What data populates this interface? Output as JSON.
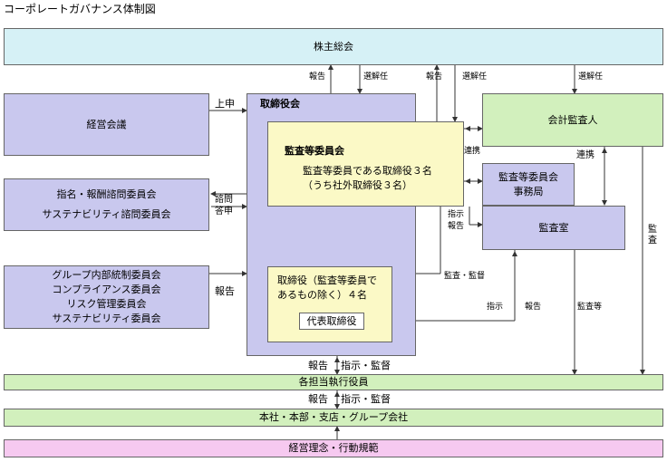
{
  "title": "コーポレートガバナンス体制図",
  "boxes": {
    "shareholders": "株主総会",
    "management_council": "経営会議",
    "advisory_1": "指名・報酬諮問委員会",
    "advisory_2": "サステナビリティ諮問委員会",
    "committees": [
      "グループ内部統制委員会",
      "コンプライアンス委員会",
      "リスク管理委員会",
      "サステナビリティ委員会"
    ],
    "board": "取締役会",
    "audit_committee": "監査等委員会",
    "audit_committee_desc_1": "監査等委員である取締役３名",
    "audit_committee_desc_2": "（うち社外取締役３名）",
    "directors_1": "取締役（監査等委員で",
    "directors_2": "あるもの除く）４名",
    "representative": "代表取締役",
    "accounting_auditor": "会計監査人",
    "audit_office_secretariat_1": "監査等委員会",
    "audit_office_secretariat_2": "事務局",
    "audit_office": "監査室",
    "executive_officers": "各担当執行役員",
    "group_companies": "本社・本部・支店・グループ会社",
    "philosophy": "経営理念・行動規範"
  },
  "labels": {
    "report": "報告",
    "appoint_dismiss": "選解任",
    "submit": "上申",
    "consult": "諮問",
    "answer": "答申",
    "cooperate": "連携",
    "instruct": "指示",
    "audit_supervise": "監査・監督",
    "instruct_supervise": "指示・監督",
    "audit": "監査",
    "audit_etc": "監査等"
  }
}
